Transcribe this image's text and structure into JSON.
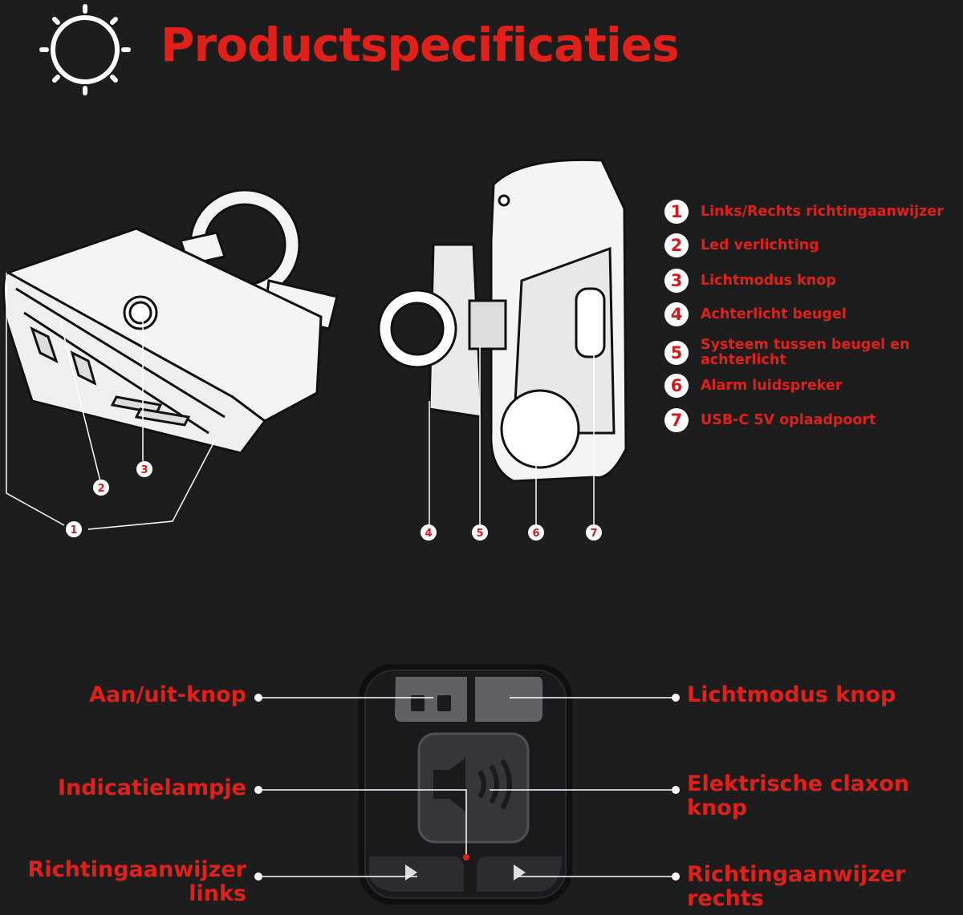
{
  "title": "Productspecificaties",
  "colors": {
    "accent": "#e0201a",
    "background": "#1e1d1d",
    "line": "#ffffff"
  },
  "icons": {
    "title_icon": "sun-icon",
    "speaker_icon": "speaker-icon"
  },
  "diagram_markers": [
    "1",
    "2",
    "3",
    "4",
    "5",
    "6",
    "7"
  ],
  "specs": [
    {
      "num": "1",
      "text": "Links/Rechts richtingaanwijzer"
    },
    {
      "num": "2",
      "text": "Led verlichting"
    },
    {
      "num": "3",
      "text": "Lichtmodus knop"
    },
    {
      "num": "4",
      "text": "Achterlicht beugel"
    },
    {
      "num": "5",
      "text": "Systeem tussen beugel en achterlicht"
    },
    {
      "num": "6",
      "text": "Alarm luidspreker"
    },
    {
      "num": "7",
      "text": "USB-C 5V oplaadpoort"
    }
  ],
  "remote": {
    "left_labels": [
      "Aan/uit-knop",
      "Indicatielampje",
      "Richtingaanwijzer links"
    ],
    "right_labels": [
      "Lichtmodus knop",
      "Elektrische claxon knop",
      "Richtingaanwijzer rechts"
    ]
  }
}
